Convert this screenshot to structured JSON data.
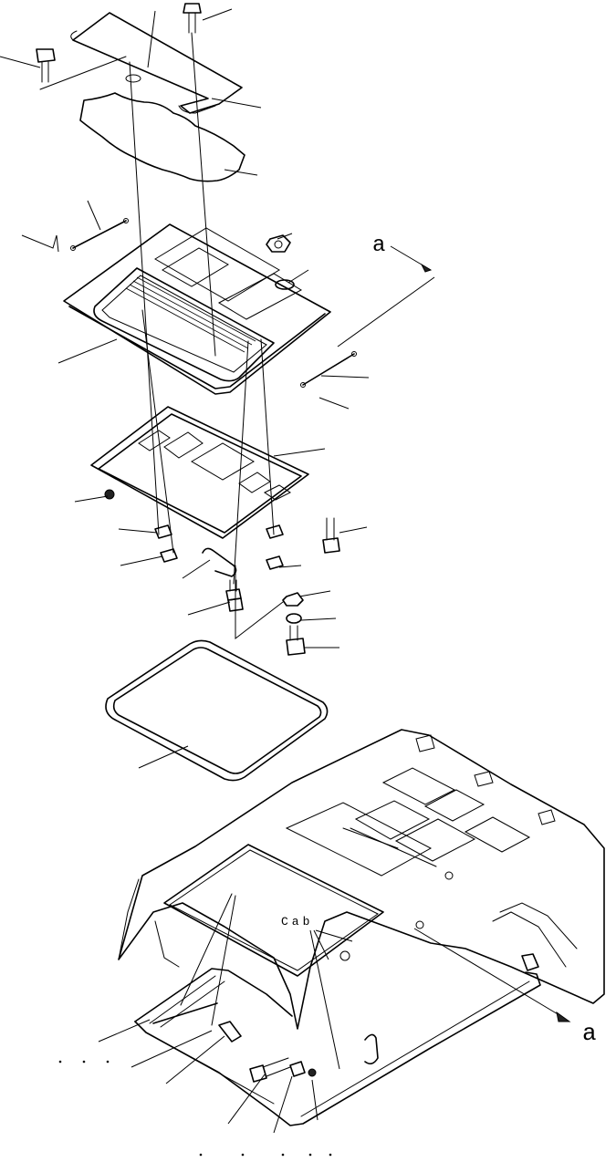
{
  "diagram": {
    "type": "exploded parts diagram",
    "labels": {
      "cab": "Cab",
      "arrow_a_top": "a",
      "arrow_a_bottom": "a"
    }
  }
}
